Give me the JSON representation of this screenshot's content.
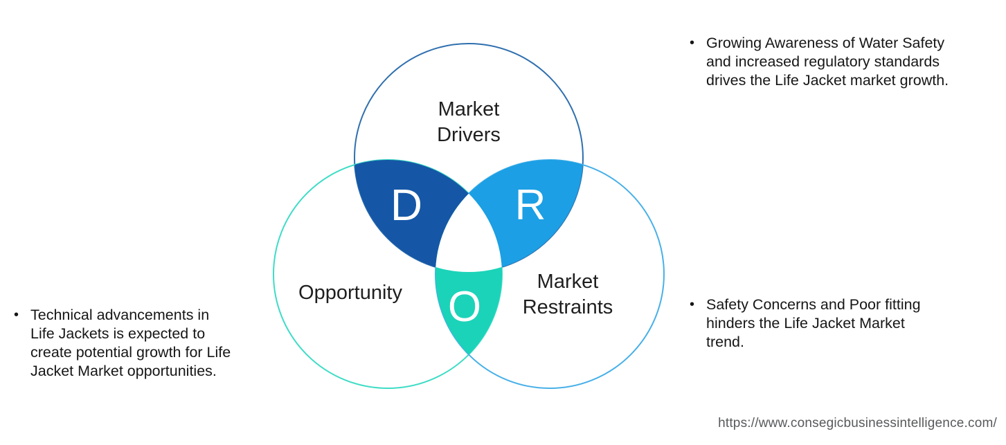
{
  "diagram": {
    "drivers": {
      "label_line1": "Market",
      "label_line2": "Drivers",
      "letter": "D",
      "outline_color": "#2F6FAE",
      "fill_color": "#1557A6"
    },
    "opportunity": {
      "label_line1": "Opportunity",
      "letter": "O",
      "outline_color": "#3EDCC6",
      "fill_color": "#1BD3B8"
    },
    "restraints": {
      "label_line1": "Market",
      "label_line2": "Restraints",
      "letter": "R",
      "outline_color": "#47B0E8",
      "fill_color": "#1C9FE4"
    },
    "triple_overlap_color": "#FFFFFF"
  },
  "bullets": {
    "marker": "•",
    "drivers": {
      "lines": [
        "Growing Awareness of Water Safety",
        "and increased regulatory standards",
        "drives the Life Jacket market growth."
      ]
    },
    "restraints": {
      "lines": [
        "Safety Concerns and Poor fitting",
        "hinders the Life Jacket Market",
        "trend."
      ]
    },
    "opportunity": {
      "lines": [
        "Technical advancements in",
        "Life Jackets is expected to",
        "create potential growth for Life",
        "Jacket Market opportunities."
      ]
    }
  },
  "footer": {
    "url": "https://www.consegicbusinessintelligence.com/"
  }
}
